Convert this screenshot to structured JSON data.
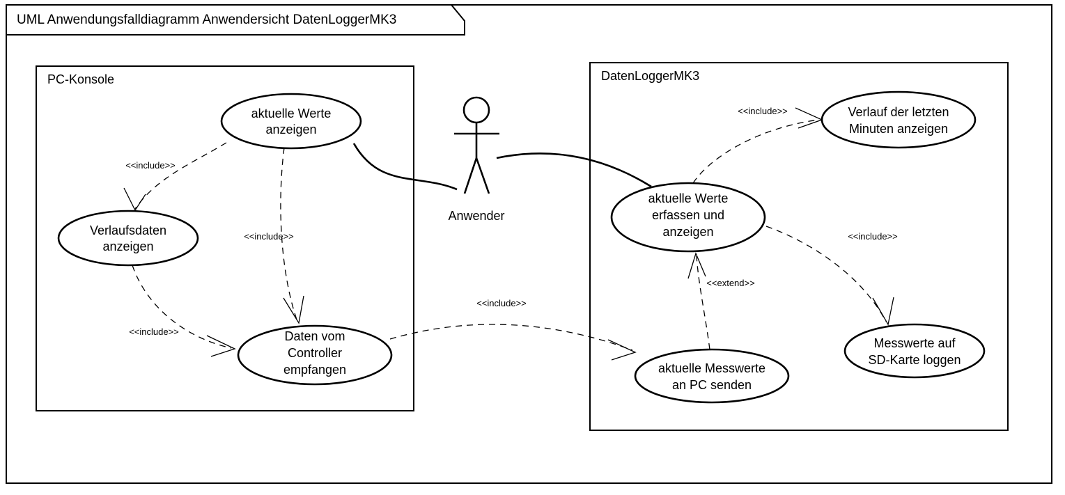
{
  "frame": {
    "title": "UML Anwendungsfalldiagramm Anwendersicht DatenLoggerMK3",
    "border_color": "#000000",
    "background_color": "#ffffff"
  },
  "boundaries": [
    {
      "id": "pc-konsole",
      "title": "PC-Konsole"
    },
    {
      "id": "datenlogger",
      "title": "DatenLoggerMK3"
    }
  ],
  "actors": [
    {
      "id": "anwender",
      "label": "Anwender"
    }
  ],
  "use_cases": [
    {
      "id": "uc-aktuelle-werte-anzeigen",
      "system": "pc-konsole",
      "lines": [
        "aktuelle Werte",
        "anzeigen"
      ]
    },
    {
      "id": "uc-verlaufsdaten-anzeigen",
      "system": "pc-konsole",
      "lines": [
        "Verlaufsdaten",
        "anzeigen"
      ]
    },
    {
      "id": "uc-daten-vom-controller-empfangen",
      "system": "pc-konsole",
      "lines": [
        "Daten vom",
        "Controller",
        "empfangen"
      ]
    },
    {
      "id": "uc-aktuelle-werte-erfassen-und-anzeigen",
      "system": "datenlogger",
      "lines": [
        "aktuelle Werte",
        "erfassen und",
        "anzeigen"
      ]
    },
    {
      "id": "uc-verlauf-der-letzten-minuten-anzeigen",
      "system": "datenlogger",
      "lines": [
        "Verlauf der letzten",
        "Minuten anzeigen"
      ]
    },
    {
      "id": "uc-aktuelle-messwerte-an-pc-senden",
      "system": "datenlogger",
      "lines": [
        "aktuelle Messwerte",
        "an PC senden"
      ]
    },
    {
      "id": "uc-messwerte-auf-sd-karte-loggen",
      "system": "datenlogger",
      "lines": [
        "Messwerte auf",
        "SD-Karte loggen"
      ]
    }
  ],
  "relationships": [
    {
      "id": "rel-include-1",
      "stereotype": "<<include>>",
      "from": "uc-aktuelle-werte-anzeigen",
      "to": "uc-verlaufsdaten-anzeigen"
    },
    {
      "id": "rel-include-2",
      "stereotype": "<<include>>",
      "from": "uc-aktuelle-werte-anzeigen",
      "to": "uc-daten-vom-controller-empfangen"
    },
    {
      "id": "rel-include-3",
      "stereotype": "<<include>>",
      "from": "uc-verlaufsdaten-anzeigen",
      "to": "uc-daten-vom-controller-empfangen"
    },
    {
      "id": "rel-include-4",
      "stereotype": "<<include>>",
      "from": "uc-daten-vom-controller-empfangen",
      "to": "uc-aktuelle-messwerte-an-pc-senden"
    },
    {
      "id": "rel-include-5",
      "stereotype": "<<include>>",
      "from": "uc-aktuelle-werte-erfassen-und-anzeigen",
      "to": "uc-verlauf-der-letzten-minuten-anzeigen"
    },
    {
      "id": "rel-include-6",
      "stereotype": "<<include>>",
      "from": "uc-aktuelle-werte-erfassen-und-anzeigen",
      "to": "uc-messwerte-auf-sd-karte-loggen"
    },
    {
      "id": "rel-extend-1",
      "stereotype": "<<extend>>",
      "from": "uc-aktuelle-messwerte-an-pc-senden",
      "to": "uc-aktuelle-werte-erfassen-und-anzeigen"
    }
  ],
  "associations": [
    {
      "id": "assoc-anwender-pc",
      "from": "anwender",
      "to": "uc-aktuelle-werte-anzeigen"
    },
    {
      "id": "assoc-anwender-logger",
      "from": "anwender",
      "to": "uc-aktuelle-werte-erfassen-und-anzeigen"
    }
  ]
}
